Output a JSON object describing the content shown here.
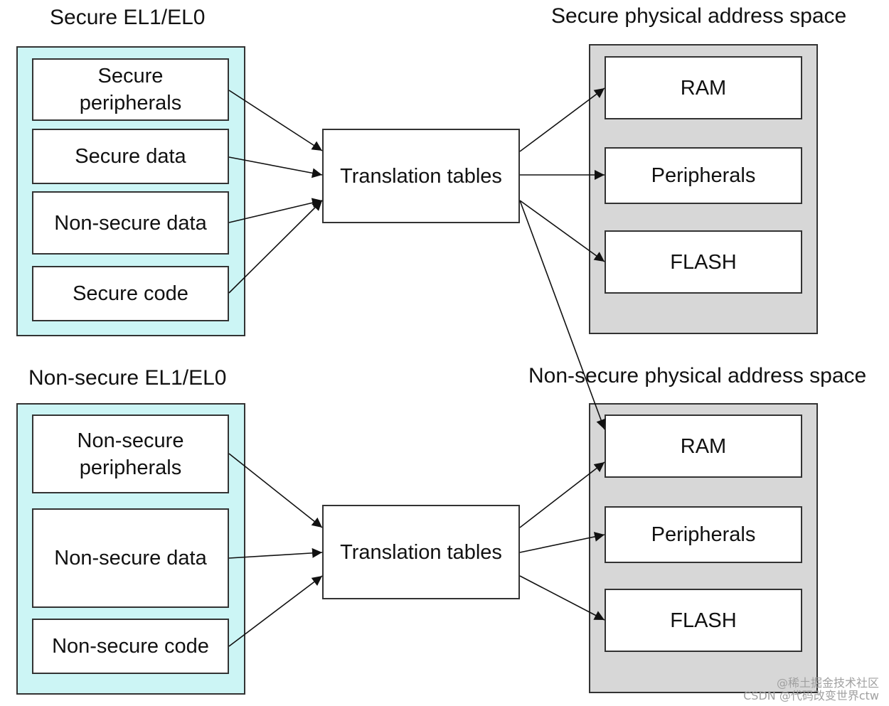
{
  "secure_virtual": {
    "title": "Secure EL1/EL0",
    "items": [
      "Secure\nperipherals",
      "Secure data",
      "Non-secure data",
      "Secure code"
    ]
  },
  "nonsecure_virtual": {
    "title": "Non-secure EL1/EL0",
    "items": [
      "Non-secure\nperipherals",
      "Non-secure data",
      "Non-secure code"
    ]
  },
  "translation": {
    "secure_label": "Translation tables",
    "nonsecure_label": "Translation tables"
  },
  "secure_physical": {
    "title": "Secure physical address space",
    "items": [
      "RAM",
      "Peripherals",
      "FLASH"
    ]
  },
  "nonsecure_physical": {
    "title": "Non-secure physical address space",
    "items": [
      "RAM",
      "Peripherals",
      "FLASH"
    ]
  },
  "watermark": {
    "line1": "@稀土掘金技术社区",
    "line2": "CSDN @代码改变世界ctw"
  },
  "colors": {
    "virtual_panel": "#ccf5f5",
    "physical_panel": "#d7d7d7",
    "border": "#333333"
  }
}
